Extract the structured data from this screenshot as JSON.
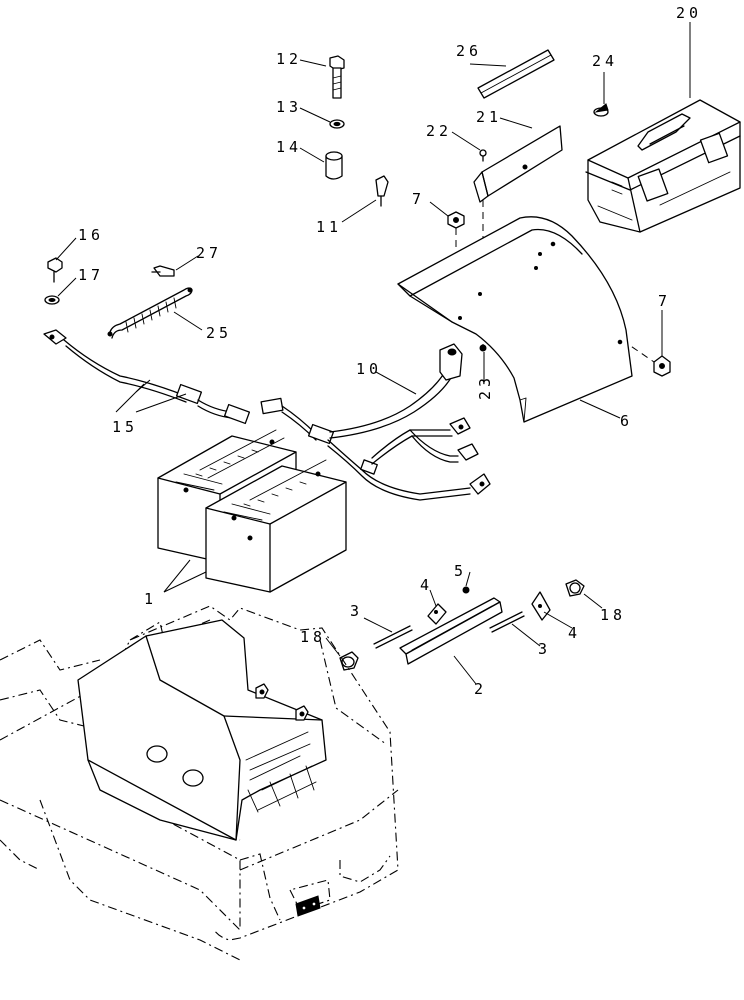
{
  "callouts": {
    "c1": "1",
    "c2": "2",
    "c3a": "3",
    "c3b": "3",
    "c4a": "4",
    "c4b": "4",
    "c5": "5",
    "c6": "6",
    "c7a": "7",
    "c7b": "7",
    "c10": "10",
    "c11": "11",
    "c12": "12",
    "c13": "13",
    "c14": "14",
    "c15": "15",
    "c16": "16",
    "c17": "17",
    "c18a": "18",
    "c18b": "18",
    "c20": "20",
    "c21": "21",
    "c22": "22",
    "c23": "23",
    "c24": "24",
    "c25": "25",
    "c26": "26",
    "c27": "27"
  }
}
